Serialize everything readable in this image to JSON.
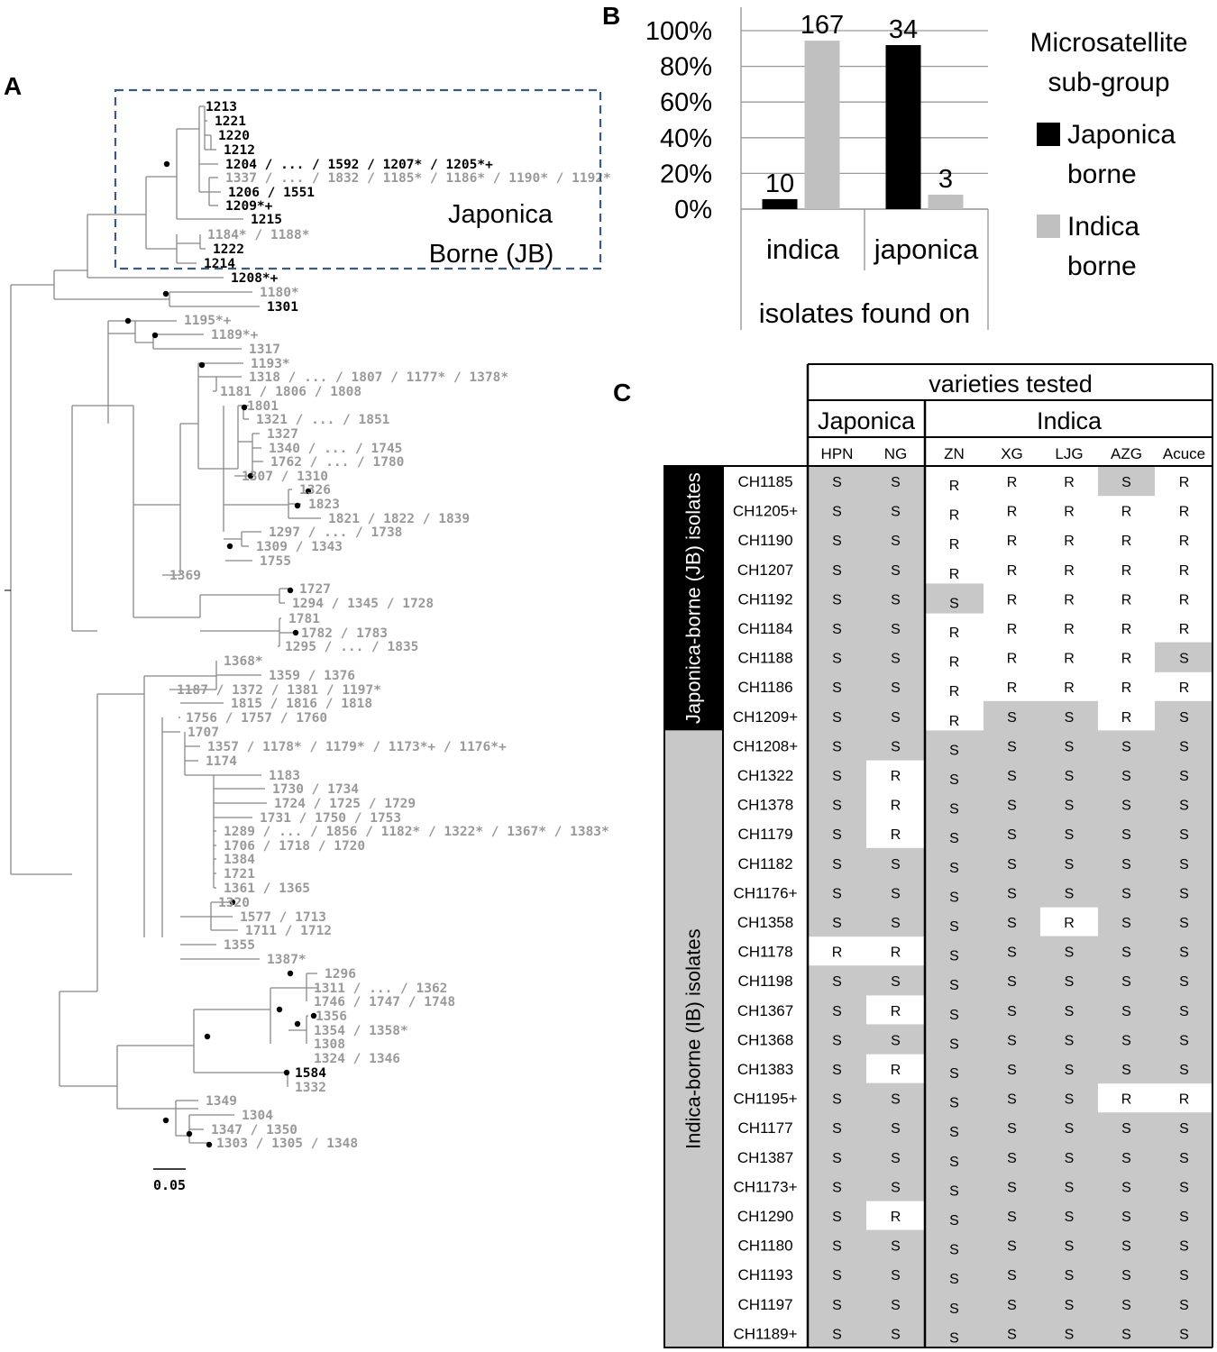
{
  "panels": {
    "a": "A",
    "b": "B",
    "c": "C"
  },
  "tree": {
    "box_label_line1": "Japonica",
    "box_label_line2": "Borne (JB)",
    "scale_label": "0.05",
    "colors": {
      "jb": "#000000",
      "ib": "#999999",
      "box": "#3a5b80"
    },
    "leaves": [
      {
        "label": "1213",
        "group": "jb"
      },
      {
        "label": "1221",
        "group": "jb"
      },
      {
        "label": "1220",
        "group": "jb"
      },
      {
        "label": "1212",
        "group": "jb"
      },
      {
        "label": "1204 / ... / 1592 / 1207* / 1205*+",
        "group": "jb"
      },
      {
        "label": "1337 / ... / 1832 / 1185* / 1186* / 1190* / 1192*",
        "group": "ib"
      },
      {
        "label": "1206 / 1551",
        "group": "jb"
      },
      {
        "label": "1209*+",
        "group": "jb"
      },
      {
        "label": "1215",
        "group": "jb"
      },
      {
        "label": "1184* / 1188*",
        "group": "ib"
      },
      {
        "label": "1222",
        "group": "jb"
      },
      {
        "label": "1214",
        "group": "jb"
      },
      {
        "label": "1208*+",
        "group": "jb"
      },
      {
        "label": "1180*",
        "group": "ib"
      },
      {
        "label": "1301",
        "group": "jb"
      },
      {
        "label": "1195*+",
        "group": "ib"
      },
      {
        "label": "1189*+",
        "group": "ib"
      },
      {
        "label": "1317",
        "group": "ib"
      },
      {
        "label": "1193*",
        "group": "ib"
      },
      {
        "label": "1318 / ... / 1807 / 1177* / 1378*",
        "group": "ib"
      },
      {
        "label": "1181 / 1806 / 1808",
        "group": "ib"
      },
      {
        "label": "1801",
        "group": "ib"
      },
      {
        "label": "1321 / ... / 1851",
        "group": "ib"
      },
      {
        "label": "1327",
        "group": "ib"
      },
      {
        "label": "1340 / ... / 1745",
        "group": "ib"
      },
      {
        "label": "1762 / ... / 1780",
        "group": "ib"
      },
      {
        "label": "1307 / 1310",
        "group": "ib"
      },
      {
        "label": "1326",
        "group": "ib"
      },
      {
        "label": "1823",
        "group": "ib"
      },
      {
        "label": "1821 / 1822 / 1839",
        "group": "ib"
      },
      {
        "label": "1297 / ... / 1738",
        "group": "ib"
      },
      {
        "label": "1309 / 1343",
        "group": "ib"
      },
      {
        "label": "1755",
        "group": "ib"
      },
      {
        "label": "1369",
        "group": "ib"
      },
      {
        "label": "1727",
        "group": "ib"
      },
      {
        "label": "1294 / 1345 / 1728",
        "group": "ib"
      },
      {
        "label": "1781",
        "group": "ib"
      },
      {
        "label": "1782 / 1783",
        "group": "ib"
      },
      {
        "label": "1295 / ... / 1835",
        "group": "ib"
      },
      {
        "label": "1368*",
        "group": "ib"
      },
      {
        "label": "1359 / 1376",
        "group": "ib"
      },
      {
        "label": "1187 / 1372 / 1381 / 1197*",
        "group": "ib"
      },
      {
        "label": "1815 / 1816 / 1818",
        "group": "ib"
      },
      {
        "label": "1756 / 1757 / 1760",
        "group": "ib"
      },
      {
        "label": "1707",
        "group": "ib"
      },
      {
        "label": "1357 / 1178* / 1179* / 1173*+ / 1176*+",
        "group": "ib"
      },
      {
        "label": "1174",
        "group": "ib"
      },
      {
        "label": "1183",
        "group": "ib"
      },
      {
        "label": "1730 / 1734",
        "group": "ib"
      },
      {
        "label": "1724 / 1725 / 1729",
        "group": "ib"
      },
      {
        "label": "1731 / 1750 / 1753",
        "group": "ib"
      },
      {
        "label": "1289 / ... / 1856 / 1182* / 1322* / 1367* / 1383*",
        "group": "ib"
      },
      {
        "label": "1706 / 1718 / 1720",
        "group": "ib"
      },
      {
        "label": "1384",
        "group": "ib"
      },
      {
        "label": "1721",
        "group": "ib"
      },
      {
        "label": "1361 / 1365",
        "group": "ib"
      },
      {
        "label": "1320",
        "group": "ib"
      },
      {
        "label": "1577 / 1713",
        "group": "ib"
      },
      {
        "label": "1711 / 1712",
        "group": "ib"
      },
      {
        "label": "1355",
        "group": "ib"
      },
      {
        "label": "1387*",
        "group": "ib"
      },
      {
        "label": "1296",
        "group": "ib"
      },
      {
        "label": "1311 / ... / 1362",
        "group": "ib"
      },
      {
        "label": "1746 / 1747 / 1748",
        "group": "ib"
      },
      {
        "label": "1356",
        "group": "ib"
      },
      {
        "label": "1354 / 1358*",
        "group": "ib"
      },
      {
        "label": "1308",
        "group": "ib"
      },
      {
        "label": "1324 / 1346",
        "group": "ib"
      },
      {
        "label": "1584",
        "group": "jb"
      },
      {
        "label": "1332",
        "group": "ib"
      },
      {
        "label": "1349",
        "group": "ib"
      },
      {
        "label": "1304",
        "group": "ib"
      },
      {
        "label": "1347 / 1350",
        "group": "ib"
      },
      {
        "label": "1303 / 1305 / 1348",
        "group": "ib"
      }
    ]
  },
  "chart_data": {
    "type": "bar",
    "categories": [
      "indica",
      "japonica"
    ],
    "xlabel": "isolates found on",
    "ylim": [
      0,
      100
    ],
    "yticks": [
      "0%",
      "20%",
      "40%",
      "60%",
      "80%",
      "100%"
    ],
    "legend_title": [
      "Microsatellite",
      "sub-group"
    ],
    "legend_placement": "right",
    "series": [
      {
        "name": "Japonica borne",
        "name_lines": [
          "Japonica",
          "borne"
        ],
        "color": "#000000",
        "values": [
          5.6,
          91.9
        ],
        "counts": [
          "10",
          "34"
        ]
      },
      {
        "name": "Indica borne",
        "name_lines": [
          "Indica",
          "borne"
        ],
        "color": "#c0c0c0",
        "values": [
          94.4,
          8.1
        ],
        "counts": [
          "167",
          "3"
        ]
      }
    ]
  },
  "table": {
    "header_top": "varieties tested",
    "group_japonica": "Japonica",
    "group_indica": "Indica",
    "varieties": [
      "HPN",
      "NG",
      "ZN",
      "XG",
      "LJG",
      "AZG",
      "Acuce"
    ],
    "jb_label": "Japonica-borne (JB) isolates",
    "ib_label": "Indica-borne (IB) isolates",
    "jb_count": 9,
    "shade_color": "#c8c8c8",
    "rows": [
      {
        "id": "CH1185",
        "r": [
          "S",
          "S",
          "R",
          "R",
          "R",
          "S",
          "R"
        ]
      },
      {
        "id": "CH1205+",
        "r": [
          "S",
          "S",
          "R",
          "R",
          "R",
          "R",
          "R"
        ]
      },
      {
        "id": "CH1190",
        "r": [
          "S",
          "S",
          "R",
          "R",
          "R",
          "R",
          "R"
        ]
      },
      {
        "id": "CH1207",
        "r": [
          "S",
          "S",
          "R",
          "R",
          "R",
          "R",
          "R"
        ]
      },
      {
        "id": "CH1192",
        "r": [
          "S",
          "S",
          "S",
          "R",
          "R",
          "R",
          "R"
        ]
      },
      {
        "id": "CH1184",
        "r": [
          "S",
          "S",
          "R",
          "R",
          "R",
          "R",
          "R"
        ]
      },
      {
        "id": "CH1188",
        "r": [
          "S",
          "S",
          "R",
          "R",
          "R",
          "R",
          "S"
        ]
      },
      {
        "id": "CH1186",
        "r": [
          "S",
          "S",
          "R",
          "R",
          "R",
          "R",
          "R"
        ]
      },
      {
        "id": "CH1209+",
        "r": [
          "S",
          "S",
          "R",
          "S",
          "S",
          "R",
          "S"
        ]
      },
      {
        "id": "CH1208+",
        "r": [
          "S",
          "S",
          "S",
          "S",
          "S",
          "S",
          "S"
        ]
      },
      {
        "id": "CH1322",
        "r": [
          "S",
          "R",
          "S",
          "S",
          "S",
          "S",
          "S"
        ]
      },
      {
        "id": "CH1378",
        "r": [
          "S",
          "R",
          "S",
          "S",
          "S",
          "S",
          "S"
        ]
      },
      {
        "id": "CH1179",
        "r": [
          "S",
          "R",
          "S",
          "S",
          "S",
          "S",
          "S"
        ]
      },
      {
        "id": "CH1182",
        "r": [
          "S",
          "S",
          "S",
          "S",
          "S",
          "S",
          "S"
        ]
      },
      {
        "id": "CH1176+",
        "r": [
          "S",
          "S",
          "S",
          "S",
          "S",
          "S",
          "S"
        ]
      },
      {
        "id": "CH1358",
        "r": [
          "S",
          "S",
          "S",
          "S",
          "R",
          "S",
          "S"
        ]
      },
      {
        "id": "CH1178",
        "r": [
          "R",
          "R",
          "S",
          "S",
          "S",
          "S",
          "S"
        ]
      },
      {
        "id": "CH1198",
        "r": [
          "S",
          "S",
          "S",
          "S",
          "S",
          "S",
          "S"
        ]
      },
      {
        "id": "CH1367",
        "r": [
          "S",
          "R",
          "S",
          "S",
          "S",
          "S",
          "S"
        ]
      },
      {
        "id": "CH1368",
        "r": [
          "S",
          "S",
          "S",
          "S",
          "S",
          "S",
          "S"
        ]
      },
      {
        "id": "CH1383",
        "r": [
          "S",
          "R",
          "S",
          "S",
          "S",
          "S",
          "S"
        ]
      },
      {
        "id": "CH1195+",
        "r": [
          "S",
          "S",
          "S",
          "S",
          "S",
          "R",
          "R"
        ]
      },
      {
        "id": "CH1177",
        "r": [
          "S",
          "S",
          "S",
          "S",
          "S",
          "S",
          "S"
        ]
      },
      {
        "id": "CH1387",
        "r": [
          "S",
          "S",
          "S",
          "S",
          "S",
          "S",
          "S"
        ]
      },
      {
        "id": "CH1173+",
        "r": [
          "S",
          "S",
          "S",
          "S",
          "S",
          "S",
          "S"
        ]
      },
      {
        "id": "CH1290",
        "r": [
          "S",
          "R",
          "S",
          "S",
          "S",
          "S",
          "S"
        ]
      },
      {
        "id": "CH1180",
        "r": [
          "S",
          "S",
          "S",
          "S",
          "S",
          "S",
          "S"
        ]
      },
      {
        "id": "CH1193",
        "r": [
          "S",
          "S",
          "S",
          "S",
          "S",
          "S",
          "S"
        ]
      },
      {
        "id": "CH1197",
        "r": [
          "S",
          "S",
          "S",
          "S",
          "S",
          "S",
          "S"
        ]
      },
      {
        "id": "CH1189+",
        "r": [
          "S",
          "S",
          "S",
          "S",
          "S",
          "S",
          "S"
        ]
      }
    ]
  }
}
